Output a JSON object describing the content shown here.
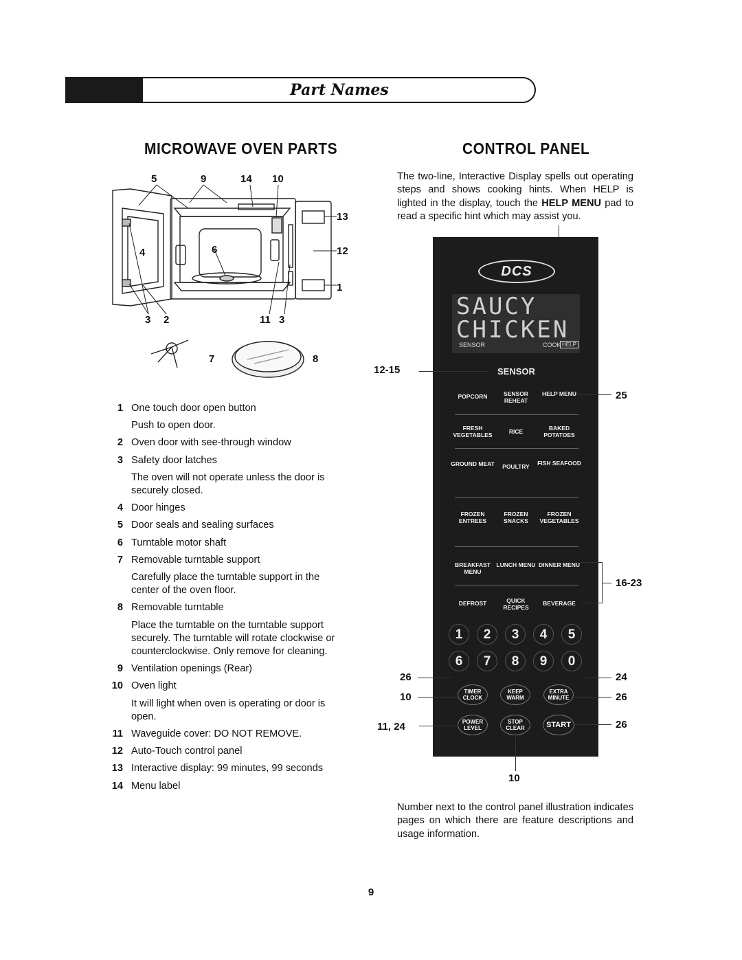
{
  "header": {
    "title": "Part Names"
  },
  "parts_section": {
    "title": "MICROWAVE OVEN PARTS",
    "diagram_labels": {
      "top": [
        "5",
        "9",
        "14",
        "10"
      ],
      "right": [
        "13",
        "12",
        "1"
      ],
      "left": [
        "4"
      ],
      "center": "6",
      "bottom": [
        "3",
        "2",
        "11",
        "3"
      ],
      "accessory_support": "7",
      "accessory_turntable": "8"
    },
    "items": [
      {
        "num": "1",
        "text": "One touch door open button",
        "note": "Push to open door."
      },
      {
        "num": "2",
        "text": "Oven door with see-through window"
      },
      {
        "num": "3",
        "text": "Safety door latches",
        "note": "The oven will not operate unless the door is securely closed."
      },
      {
        "num": "4",
        "text": "Door hinges"
      },
      {
        "num": "5",
        "text": "Door seals and sealing surfaces"
      },
      {
        "num": "6",
        "text": "Turntable motor shaft"
      },
      {
        "num": "7",
        "text": "Removable turntable support",
        "note": "Carefully place the turntable support in the center of the oven floor."
      },
      {
        "num": "8",
        "text": "Removable turntable",
        "note": "Place the turntable on the turntable support securely. The turntable will rotate clockwise or counterclockwise. Only remove for cleaning."
      },
      {
        "num": "9",
        "text": "Ventilation openings (Rear)"
      },
      {
        "num": "10",
        "text": "Oven light",
        "note": "It will light when oven is operating or door is open."
      },
      {
        "num": "11",
        "text": "Waveguide cover: DO NOT REMOVE."
      },
      {
        "num": "12",
        "text": "Auto-Touch control panel"
      },
      {
        "num": "13",
        "text": "Interactive display: 99 minutes, 99 seconds"
      },
      {
        "num": "14",
        "text": "Menu label"
      }
    ]
  },
  "control_section": {
    "title": "CONTROL PANEL",
    "description_pre": "The two-line, Interactive Display spells out operating steps and shows cooking hints. When HELP is lighted in the display, touch the ",
    "description_bold": "HELP MENU",
    "description_post": " pad to read a specific hint which may assist you.",
    "bottom_note": "Number next to the control panel illustration indicates pages on which there are feature descriptions and usage information.",
    "panel": {
      "logo": "DCS",
      "display_line1": "SAUCY",
      "display_line2": "CHICKEN",
      "display_left": "SENSOR",
      "display_cook": "COOK",
      "display_help": "HELP",
      "sensor_header": "SENSOR",
      "keys": {
        "popcorn": "POPCORN",
        "sensor_reheat": "SENSOR REHEAT",
        "help_menu": "HELP MENU",
        "fresh_vegetables": "FRESH VEGETABLES",
        "rice": "RICE",
        "baked_potatoes": "BAKED POTATOES",
        "ground_meat": "GROUND MEAT",
        "poultry": "POULTRY",
        "fish_seafood": "FISH SEAFOOD",
        "frozen_entrees": "FROZEN ENTREES",
        "frozen_snacks": "FROZEN SNACKS",
        "frozen_vegetables": "FROZEN VEGETABLES",
        "breakfast_menu": "BREAKFAST MENU",
        "lunch_menu": "LUNCH MENU",
        "dinner_menu": "DINNER MENU",
        "defrost": "DEFROST",
        "quick_recipes": "QUICK RECIPES",
        "beverage": "BEVERAGE",
        "timer_clock": "TIMER CLOCK",
        "keep_warm": "KEEP WARM",
        "extra_minute": "EXTRA MINUTE",
        "power_level": "POWER LEVEL",
        "stop_clear": "STOP CLEAR",
        "start": "START"
      },
      "digits_row1": [
        "1",
        "2",
        "3",
        "4",
        "5"
      ],
      "digits_row2": [
        "6",
        "7",
        "8",
        "9",
        "0"
      ]
    },
    "callouts": {
      "sensor": "12-15",
      "help": "25",
      "menus": "16-23",
      "digits_left": "26",
      "digits_right": "24",
      "timer": "10",
      "extra": "26",
      "power": "11, 24",
      "start": "26",
      "stop": "10"
    }
  },
  "page_number": "9"
}
